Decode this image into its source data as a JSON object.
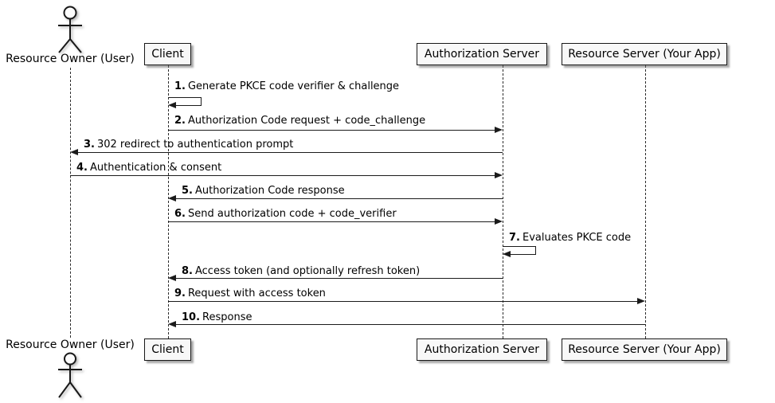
{
  "diagram": {
    "type": "sequence",
    "participants": {
      "resource_owner": {
        "label": "Resource Owner (User)",
        "kind": "actor"
      },
      "client": {
        "label": "Client",
        "kind": "participant"
      },
      "auth_server": {
        "label": "Authorization Server",
        "kind": "participant"
      },
      "resource_server": {
        "label": "Resource Server (Your App)",
        "kind": "participant"
      }
    },
    "messages": [
      {
        "num": "1.",
        "text": "Generate PKCE code verifier & challenge",
        "from": "client",
        "to": "client",
        "kind": "self"
      },
      {
        "num": "2.",
        "text": "Authorization Code request + code_challenge",
        "from": "client",
        "to": "auth_server",
        "kind": "arrow"
      },
      {
        "num": "3.",
        "text": "302 redirect to authentication prompt",
        "from": "auth_server",
        "to": "resource_owner",
        "kind": "arrow"
      },
      {
        "num": "4.",
        "text": "Authentication & consent",
        "from": "resource_owner",
        "to": "auth_server",
        "kind": "arrow"
      },
      {
        "num": "5.",
        "text": "Authorization Code response",
        "from": "auth_server",
        "to": "client",
        "kind": "arrow"
      },
      {
        "num": "6.",
        "text": "Send authorization code + code_verifier",
        "from": "client",
        "to": "auth_server",
        "kind": "arrow"
      },
      {
        "num": "7.",
        "text": "Evaluates PKCE code",
        "from": "auth_server",
        "to": "auth_server",
        "kind": "self"
      },
      {
        "num": "8.",
        "text": "Access token (and optionally refresh token)",
        "from": "auth_server",
        "to": "client",
        "kind": "arrow"
      },
      {
        "num": "9.",
        "text": "Request with access token",
        "from": "client",
        "to": "resource_server",
        "kind": "arrow"
      },
      {
        "num": "10.",
        "text": "Response",
        "from": "resource_server",
        "to": "client",
        "kind": "arrow"
      }
    ],
    "colors": {
      "background": "#FFFFFF",
      "line": "#1B1B1B",
      "border": "#181818",
      "box_fill": "#F8F8F8",
      "text": "#000000",
      "shadow": "#8C8C8C"
    }
  }
}
